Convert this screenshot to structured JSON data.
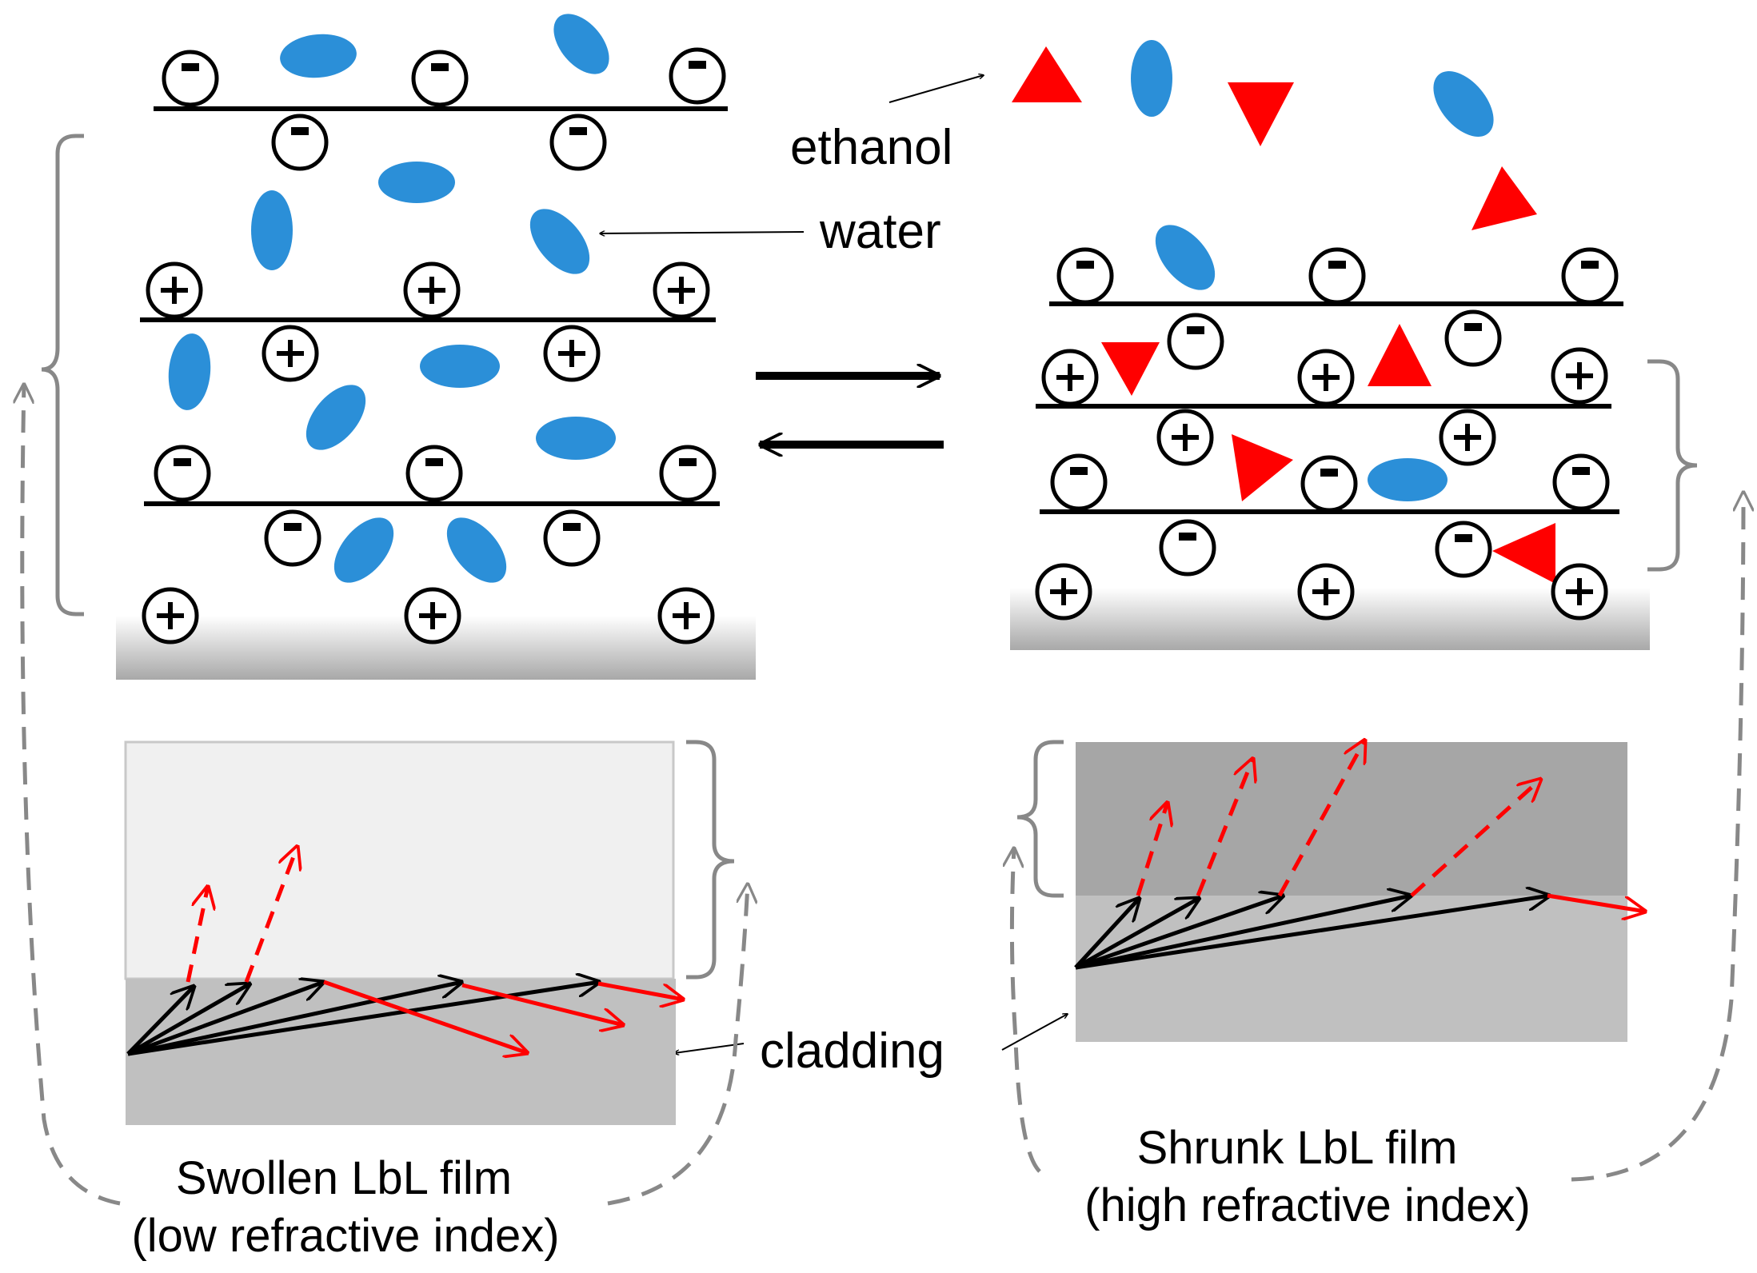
{
  "labels": {
    "ethanol": "ethanol",
    "water": "water",
    "cladding": "cladding",
    "left_caption_line1": "Swollen LbL film",
    "left_caption_line2": "(low refractive index)",
    "right_caption_line1": "Shrunk LbL film",
    "right_caption_line2": "(high refractive index)"
  },
  "ion_signs": {
    "positive": "+",
    "negative": "−"
  },
  "colors": {
    "water_molecule": "#2b8fd8",
    "ethanol_molecule": "#ff0000",
    "layer_line": "#000000",
    "bracket": "#888888",
    "substrate_top": "#ffffff",
    "substrate_bottom": "#a8a8a8",
    "swollen_film": "#f0f0f0",
    "shrunk_film": "#a6a6a6",
    "cladding_fill": "#c0c0c0",
    "light_ray": "#000000",
    "leaking_ray": "#ff0000"
  },
  "icons": {
    "water": "blue-ellipse",
    "ethanol": "red-triangle",
    "positive_charge": "circled-plus",
    "negative_charge": "circled-minus"
  }
}
